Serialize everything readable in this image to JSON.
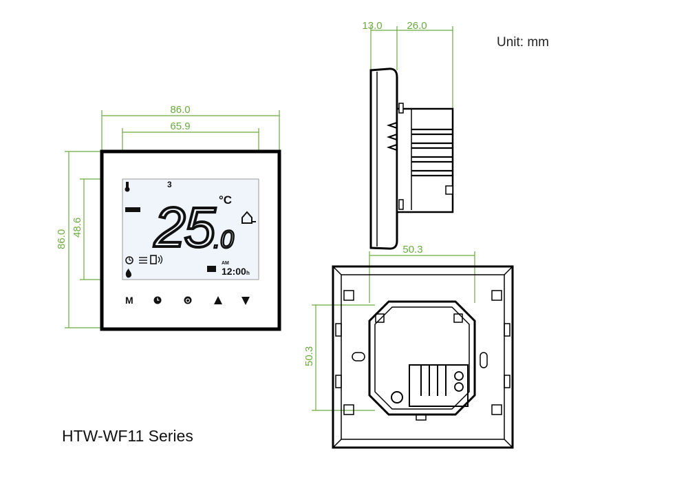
{
  "unit_label": "Unit: mm",
  "series_label": "HTW-WF11 Series",
  "front_view": {
    "width_outer": "86.0",
    "width_screen": "65.9",
    "height_outer": "86.0",
    "height_screen": "48.6",
    "lcd": {
      "temperature_digits": "25",
      "temperature_decimal": ".0",
      "temp_unit": "°C",
      "day_number": "3",
      "clock_ampm": "AM",
      "clock_time": "12:00",
      "clock_suffix": "h"
    },
    "buttons": [
      "M",
      "clock",
      "power",
      "up",
      "down"
    ]
  },
  "side_view": {
    "depth_front": "13.0",
    "depth_back": "26.0"
  },
  "back_view": {
    "box_width": "50.3",
    "box_height": "50.3"
  },
  "colors": {
    "dimension_line": "#6aaa3f",
    "outline": "#000000",
    "lcd_background": "#f0f4fb"
  }
}
